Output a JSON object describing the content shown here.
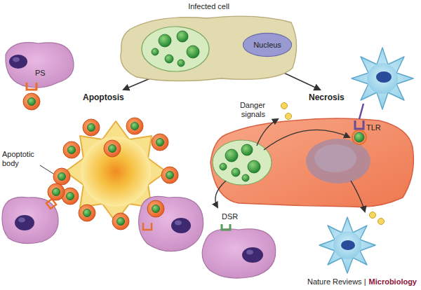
{
  "diagram": {
    "nodes": [
      {
        "text": [
          "Infected cell"
        ]
      },
      {
        "text": [
          "Nucleus"
        ],
        "in": 0
      }
    ],
    "labels": [
      "Apoptosis",
      "Necrosis",
      "PS",
      "Apoptotic body",
      "Danger signals",
      "TLR",
      "DSR",
      "Nature Reviews |",
      "Microbiology"
    ]
  }
}
